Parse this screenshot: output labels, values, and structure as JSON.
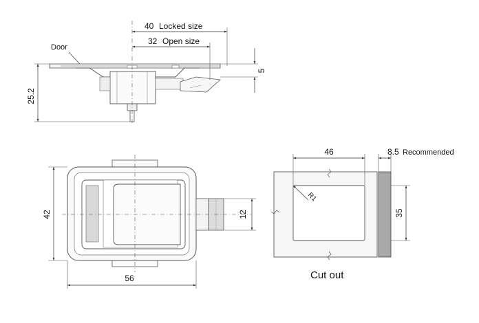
{
  "top_view": {
    "locked_size_value": "40",
    "locked_size_label": "Locked size",
    "open_size_value": "32",
    "open_size_label": "Open size",
    "door_label": "Door",
    "height_total": "25.2",
    "height_small": "5"
  },
  "front_view": {
    "height": "42",
    "width": "56",
    "handle_height": "12"
  },
  "cutout_view": {
    "width": "46",
    "height": "35",
    "radius": "R1",
    "thickness_value": "8.5",
    "thickness_label": "Recommended",
    "caption": "Cut out"
  }
}
